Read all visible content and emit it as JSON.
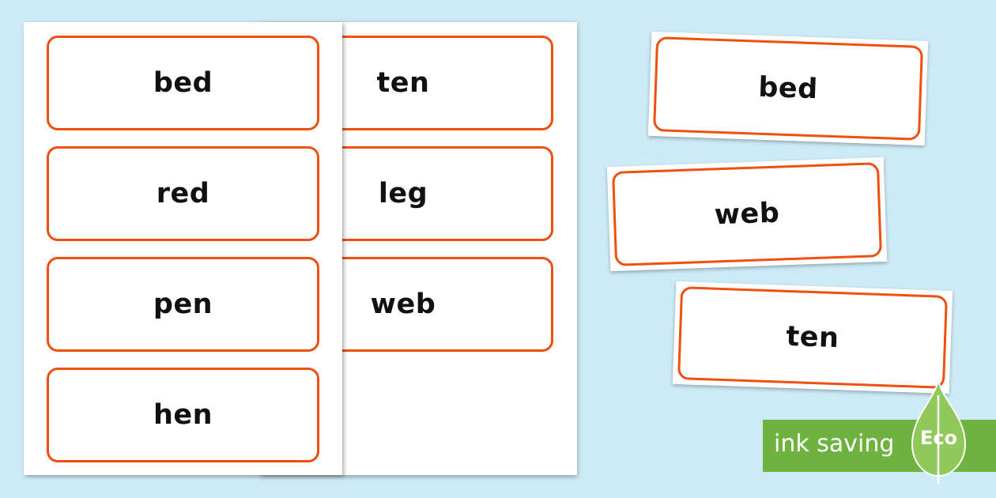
{
  "sheet_left": {
    "cards": [
      {
        "word": "bed"
      },
      {
        "word": "red"
      },
      {
        "word": "pen"
      },
      {
        "word": "hen"
      }
    ]
  },
  "sheet_right": {
    "cards": [
      {
        "word": "ten"
      },
      {
        "word": "leg"
      },
      {
        "word": "web"
      }
    ]
  },
  "loose_cards": [
    {
      "word": "bed"
    },
    {
      "word": "web"
    },
    {
      "word": "ten"
    }
  ],
  "badge": {
    "label": "ink saving",
    "leaf_label": "Eco"
  },
  "colors": {
    "background": "#cdebf6",
    "card_border": "#ef4f0f",
    "badge_green": "#6eb23f",
    "leaf_green": "#8fc95a"
  }
}
